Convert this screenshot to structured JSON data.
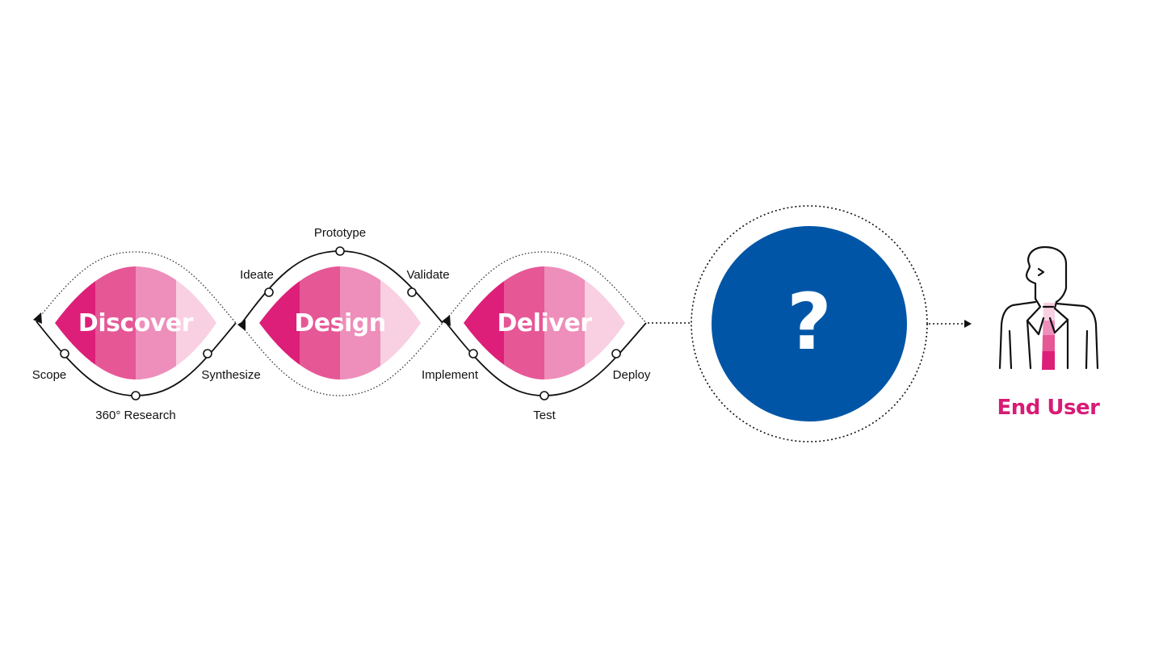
{
  "colors": {
    "band_1": "#dd1f79",
    "band_2": "#e65796",
    "band_3": "#ee8eba",
    "band_4": "#f8d0e2",
    "accent_pink": "#d81b76",
    "circle_blue": "#0055a6",
    "line": "#111111"
  },
  "phases": [
    {
      "title": "Discover"
    },
    {
      "title": "Design"
    },
    {
      "title": "Deliver"
    }
  ],
  "steps": {
    "scope": "Scope",
    "research": "360° Research",
    "synthesize": "Synthesize",
    "ideate": "Ideate",
    "prototype": "Prototype",
    "validate": "Validate",
    "implement": "Implement",
    "test": "Test",
    "deploy": "Deploy"
  },
  "unknown": {
    "symbol": "?"
  },
  "end_user": {
    "label": "End User",
    "icon": "person-icon"
  }
}
